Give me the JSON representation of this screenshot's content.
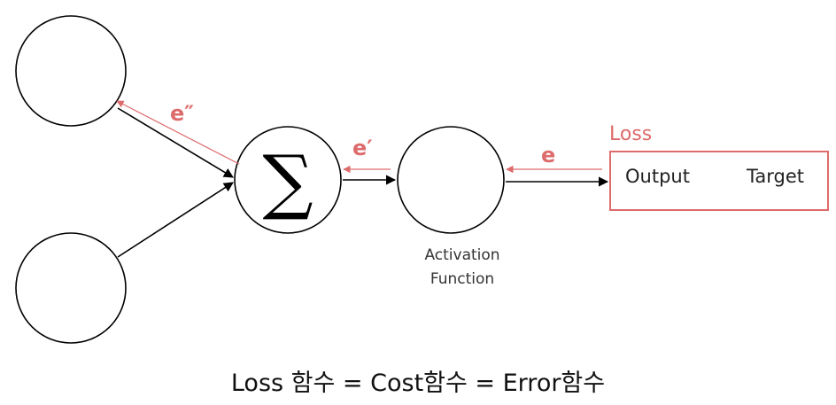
{
  "diagram": {
    "sum_symbol": "∑",
    "activation_line1": "Activation",
    "activation_line2": "Function",
    "loss_title": "Loss",
    "output_label": "Output",
    "target_label": "Target",
    "error_e": "e",
    "error_e_prime": "e′",
    "error_e_double_prime": "e″",
    "accent_color": "#dd6b6b"
  },
  "caption": "Loss 함수 = Cost함수 = Error함수"
}
